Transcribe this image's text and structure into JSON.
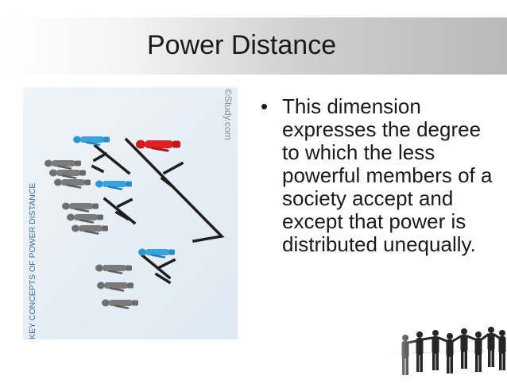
{
  "slide": {
    "title": "Power Distance",
    "bullets": [
      "This dimension expresses the degree to which the less powerful members of a society accept and except that power is distributed unequally."
    ]
  },
  "figure": {
    "side_text": "KEY CONCEPTS OF POWER DISTANCE",
    "watermark": "©Study.com"
  },
  "colors": {
    "accent_red": "#e31e24",
    "accent_blue": "#3aa3dd",
    "figure_gray": "#6f6f6f"
  }
}
